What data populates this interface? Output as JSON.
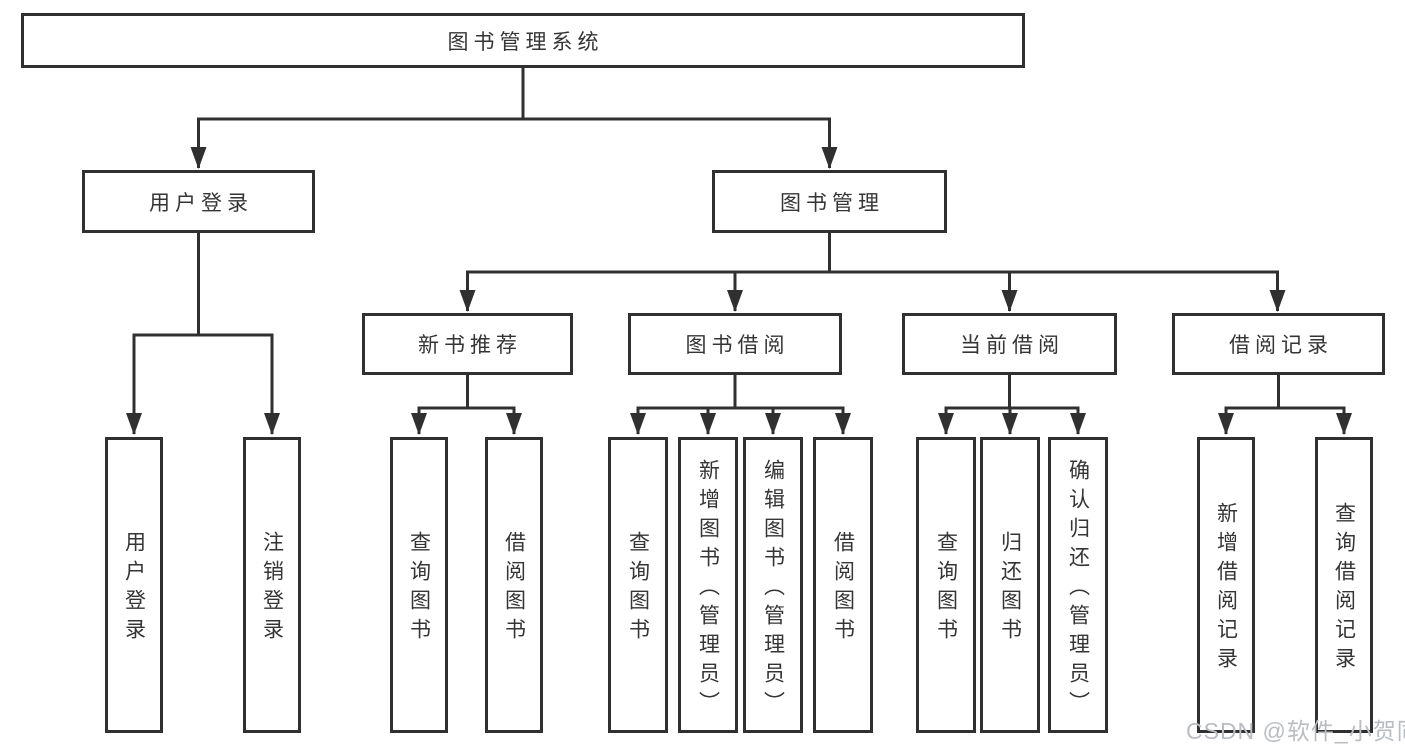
{
  "colors": {
    "line-color": "#303030",
    "text-color": "#353535",
    "box-fill": "#ffffff",
    "background": "#ffffff",
    "watermark-color": "#b9bdc2"
  },
  "nodes": {
    "root": "图书管理系统",
    "user_login": "用户登录",
    "book_management": "图书管理",
    "new_book_recommend": "新书推荐",
    "book_borrowing": "图书借阅",
    "current_borrowing": "当前借阅",
    "borrowing_records": "借阅记录",
    "leaf_user_login": "用户登录",
    "leaf_logout": "注销登录",
    "leaf_rec_query_books": "查询图书",
    "leaf_rec_borrow_books": "借阅图书",
    "leaf_bb_query_books": "查询图书",
    "leaf_bb_add_books_admin": "新增图书（管理员）",
    "leaf_bb_edit_books_admin": "编辑图书（管理员）",
    "leaf_bb_borrow_books": "借阅图书",
    "leaf_cb_query_books": "查询图书",
    "leaf_cb_return_books": "归还图书",
    "leaf_cb_confirm_return_admin": "确认归还（管理员）",
    "leaf_br_add_record": "新增借阅记录",
    "leaf_br_query_record": "查询借阅记录"
  },
  "watermark": {
    "text": "CSDN @软件_小贺同学"
  }
}
